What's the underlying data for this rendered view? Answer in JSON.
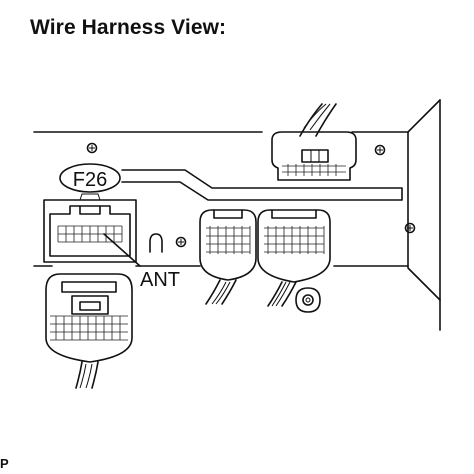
{
  "title": "Wire Harness View:",
  "connector_code": "F26",
  "connector_label": "ANT",
  "page_mark": "P",
  "icons": [
    "bolt-icon",
    "connector-icon",
    "wire-bundle-icon"
  ]
}
